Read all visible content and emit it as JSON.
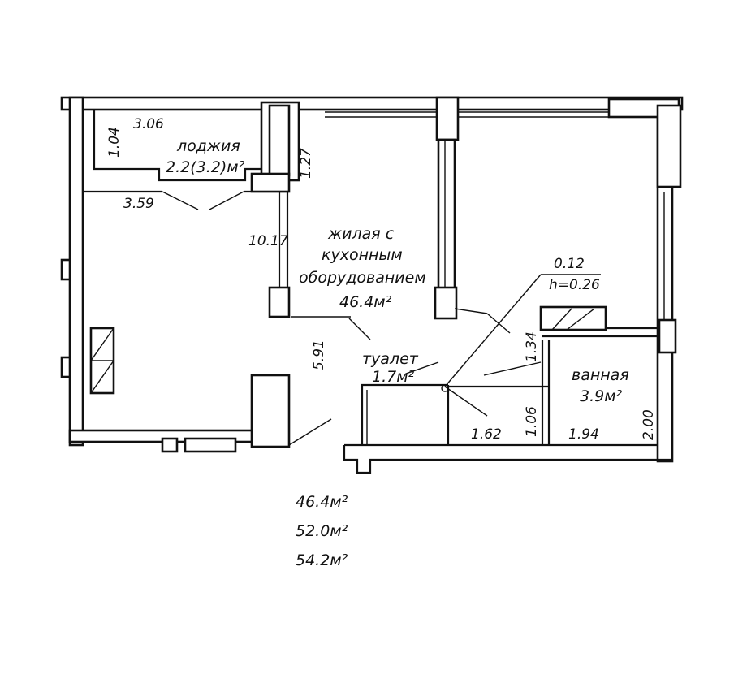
{
  "rooms": {
    "loggia": {
      "name": "лоджия",
      "area": "2.2(3.2)м²"
    },
    "living": {
      "line1": "жилая с",
      "line2": "кухонным",
      "line3": "оборудованием",
      "area": "46.4м²"
    },
    "toilet": {
      "name": "туалет",
      "area": "1.7м²"
    },
    "bath": {
      "name": "ванная",
      "area": "3.9м²"
    }
  },
  "dimensions": {
    "d_306": "3.06",
    "d_104": "1.04",
    "d_359": "3.59",
    "d_127": "1.27",
    "d_1017": "10.17",
    "d_591": "5.91",
    "d_012": "0.12",
    "h_026": "h=0.26",
    "d_134": "1.34",
    "d_162": "1.62",
    "d_106": "1.06",
    "d_194": "1.94",
    "d_200": "2.00"
  },
  "totals": [
    "46.4м²",
    "52.0м²",
    "54.2м²"
  ]
}
